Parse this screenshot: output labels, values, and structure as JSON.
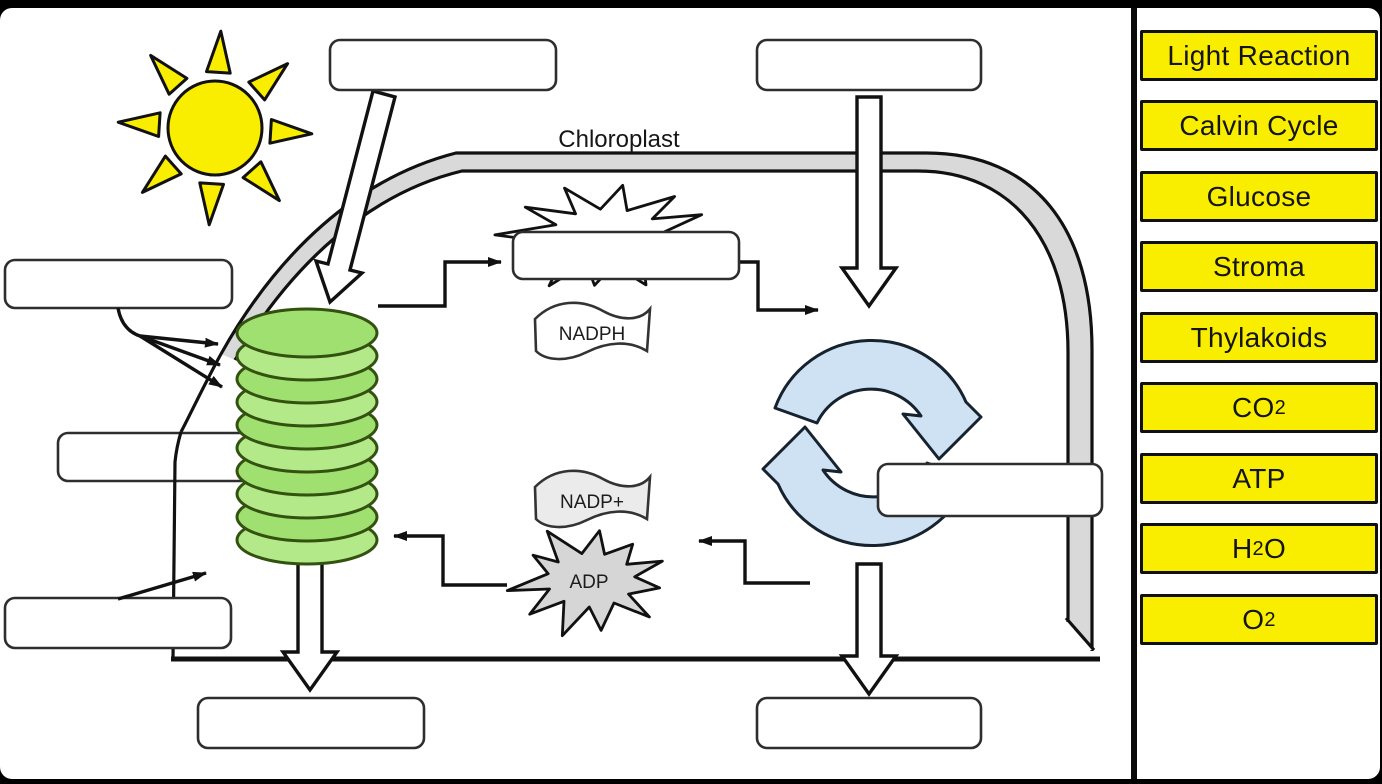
{
  "window": {
    "background": "#000000"
  },
  "diagram": {
    "title": "Chloroplast",
    "labels": {
      "nadph": "NADPH",
      "nadp_plus": "NADP+",
      "adp": "ADP"
    },
    "colors": {
      "sun_yellow": "#f9ee00",
      "thylakoid_green": "#b4e98a",
      "thylakoid_green_dark": "#9fe071",
      "thylakoid_outline": "#33510f",
      "cycle_blue": "#cfe2f3",
      "membrane_gray": "#d9d9d9",
      "banner_gray": "#ebebeb",
      "starburst_gray": "#d6d6d6",
      "outline_black": "#111111"
    },
    "blank_slots": [
      {
        "name": "top-left",
        "value": ""
      },
      {
        "name": "top-right",
        "value": ""
      },
      {
        "name": "center",
        "value": ""
      },
      {
        "name": "left-upper",
        "value": ""
      },
      {
        "name": "left-middle",
        "value": ""
      },
      {
        "name": "right-middle",
        "value": ""
      },
      {
        "name": "left-lower",
        "value": ""
      },
      {
        "name": "bottom-left",
        "value": ""
      },
      {
        "name": "bottom-right",
        "value": ""
      }
    ]
  },
  "word_bank": {
    "accent": "#f9ee00",
    "items": [
      {
        "label": "Light Reaction",
        "main": "Light Reaction",
        "sub": "",
        "tail": ""
      },
      {
        "label": "Calvin Cycle",
        "main": "Calvin Cycle",
        "sub": "",
        "tail": ""
      },
      {
        "label": "Glucose",
        "main": "Glucose",
        "sub": "",
        "tail": ""
      },
      {
        "label": "Stroma",
        "main": "Stroma",
        "sub": "",
        "tail": ""
      },
      {
        "label": "Thylakoids",
        "main": "Thylakoids",
        "sub": "",
        "tail": ""
      },
      {
        "label": "CO2",
        "main": "CO",
        "sub": "2",
        "tail": ""
      },
      {
        "label": "ATP",
        "main": "ATP",
        "sub": "",
        "tail": ""
      },
      {
        "label": "H2O",
        "main": "H",
        "sub": "2",
        "tail": "O"
      },
      {
        "label": "O2",
        "main": "O",
        "sub": "2",
        "tail": ""
      }
    ]
  }
}
